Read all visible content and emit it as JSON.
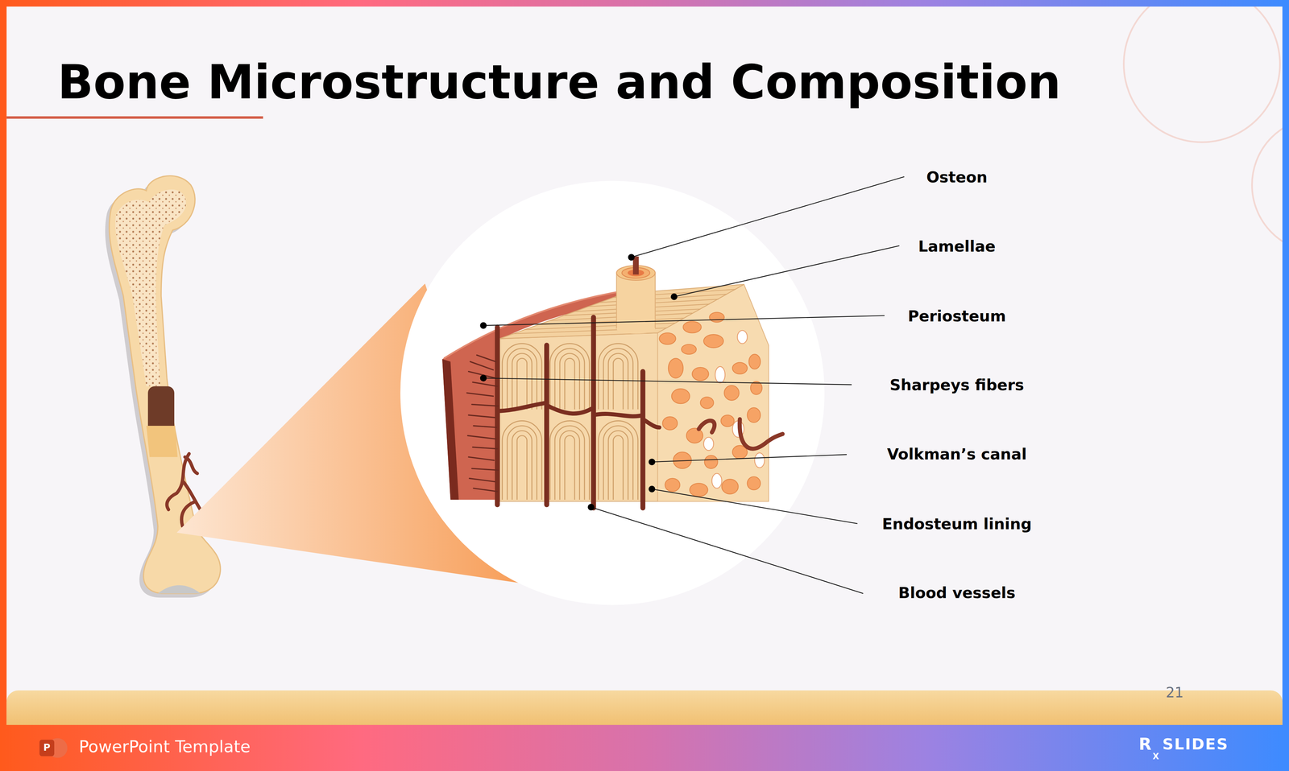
{
  "diagram": {
    "title": "Bone Microstructure and Composition",
    "labels": [
      "Osteon",
      "Lamellae",
      "Periosteum",
      "Sharpeys fibers",
      "Volkman’s canal",
      "Endosteum lining",
      "Blood vessels",
      "21",
      "P",
      "PowerPoint Template",
      "R",
      "X",
      "SLIDES"
    ]
  }
}
